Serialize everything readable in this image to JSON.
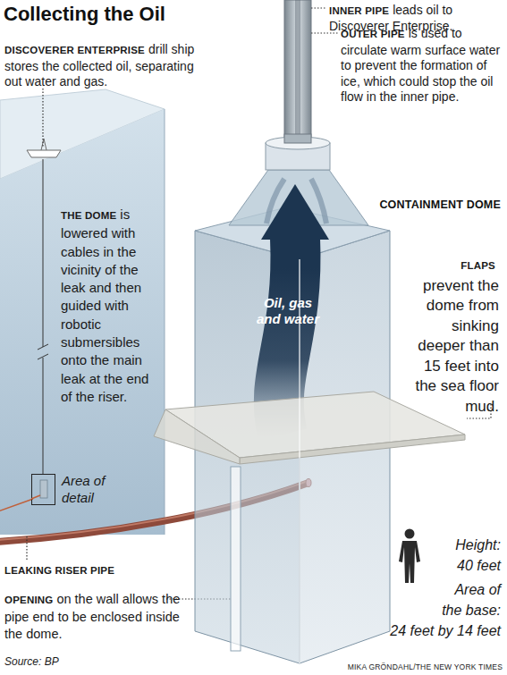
{
  "diagram": {
    "title": "Collecting the Oil",
    "nodes": [
      {
        "text": [
          "CONTAINMENT DOME",
          "Oil, gas and water"
        ]
      },
      {
        "text": [
          "Area of detail"
        ]
      }
    ],
    "labels": [
      "DISCOVERER ENTERPRISE",
      "drill ship stores the collected oil, separating out water and gas.",
      "INNER PIPE",
      "leads oil to Discoverer Enterprise.",
      "OUTER PIPE",
      "is used to circulate warm surface water to prevent the formation of ice, which could stop the oil flow in the inner pipe.",
      "THE DOME",
      "is lowered with cables in the vicinity of the leak and then guided with robotic submersibles onto the main leak at the end of the riser.",
      "FLAPS",
      "prevent the dome from sinking deeper than 15 feet into the sea floor mud.",
      "LEAKING RISER PIPE",
      "OPENING",
      "on the wall allows the pipe end to be enclosed inside the dome.",
      "Height:",
      "40 feet",
      "Area of the base:",
      "24 feet by 14 feet",
      "Source: BP",
      "MIKA GRÖNDAHL/THE NEW YORK TIMES"
    ]
  }
}
